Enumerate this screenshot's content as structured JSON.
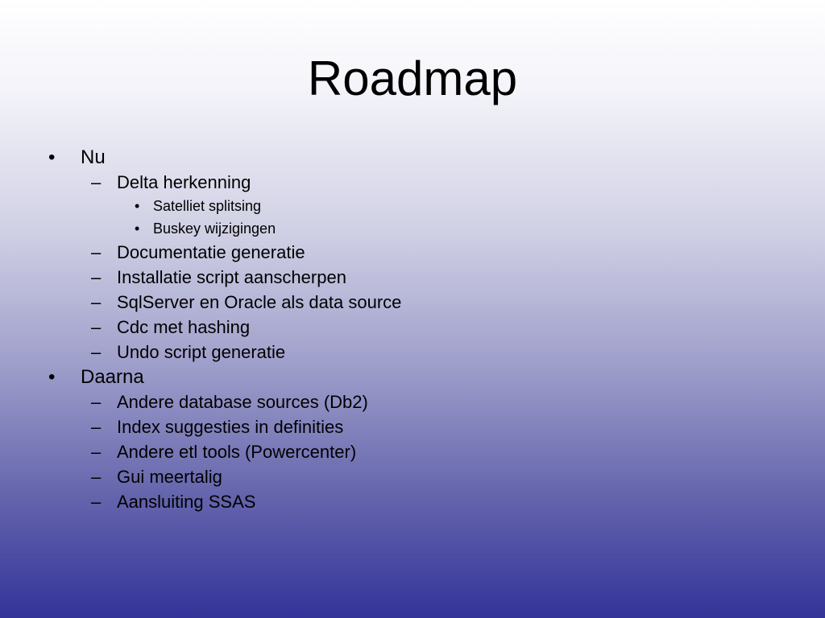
{
  "slide": {
    "title": "Roadmap",
    "sections": [
      {
        "label": "Nu",
        "items": [
          {
            "label": "Delta herkenning",
            "subitems": [
              "Satelliet splitsing",
              "Buskey wijzigingen"
            ]
          },
          {
            "label": "Documentatie generatie",
            "subitems": []
          },
          {
            "label": "Installatie script aanscherpen",
            "subitems": []
          },
          {
            "label": "SqlServer en Oracle als data source",
            "subitems": []
          },
          {
            "label": "Cdc met hashing",
            "subitems": []
          },
          {
            "label": "Undo script generatie",
            "subitems": []
          }
        ]
      },
      {
        "label": "Daarna",
        "items": [
          {
            "label": "Andere database sources (Db2)",
            "subitems": []
          },
          {
            "label": "Index suggesties in definities",
            "subitems": []
          },
          {
            "label": "Andere etl tools (Powercenter)",
            "subitems": []
          },
          {
            "label": "Gui meertalig",
            "subitems": []
          },
          {
            "label": "Aansluiting SSAS",
            "subitems": []
          }
        ]
      }
    ],
    "bullet_glyph": "•",
    "dash_glyph": "–",
    "colors": {
      "text": "#000000",
      "gradient_top": "#ffffff",
      "gradient_bottom": "#333399"
    }
  }
}
